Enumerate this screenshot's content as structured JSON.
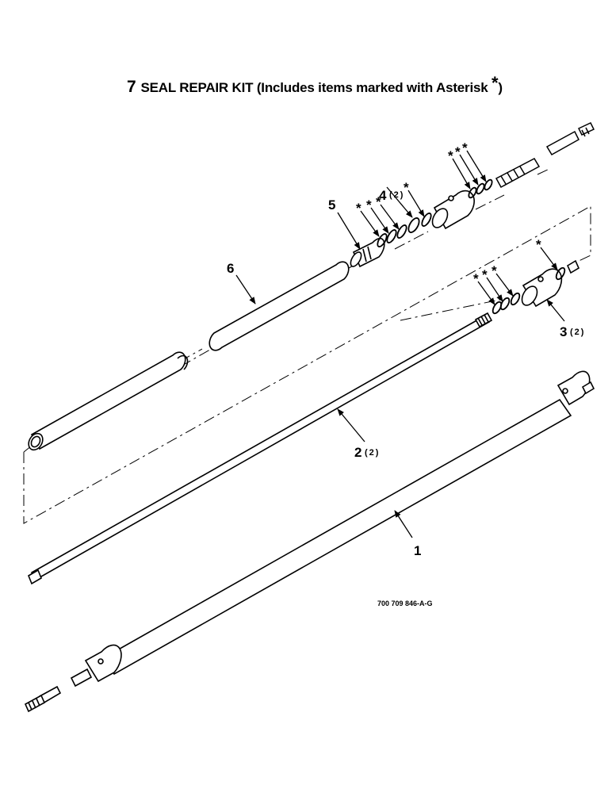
{
  "title": {
    "number": "7",
    "text": "SEAL REPAIR KIT (Includes items marked with Asterisk",
    "asterisk": "*",
    "close": ")"
  },
  "callouts": {
    "item1": "1",
    "item2": "2",
    "item2_qty": "(2)",
    "item3": "3",
    "item3_qty": "(2)",
    "item4": "4",
    "item4_qty": "(2)",
    "item5": "5",
    "item6": "6",
    "asterisk": "*"
  },
  "reference_number": "700 709 846-A-G"
}
